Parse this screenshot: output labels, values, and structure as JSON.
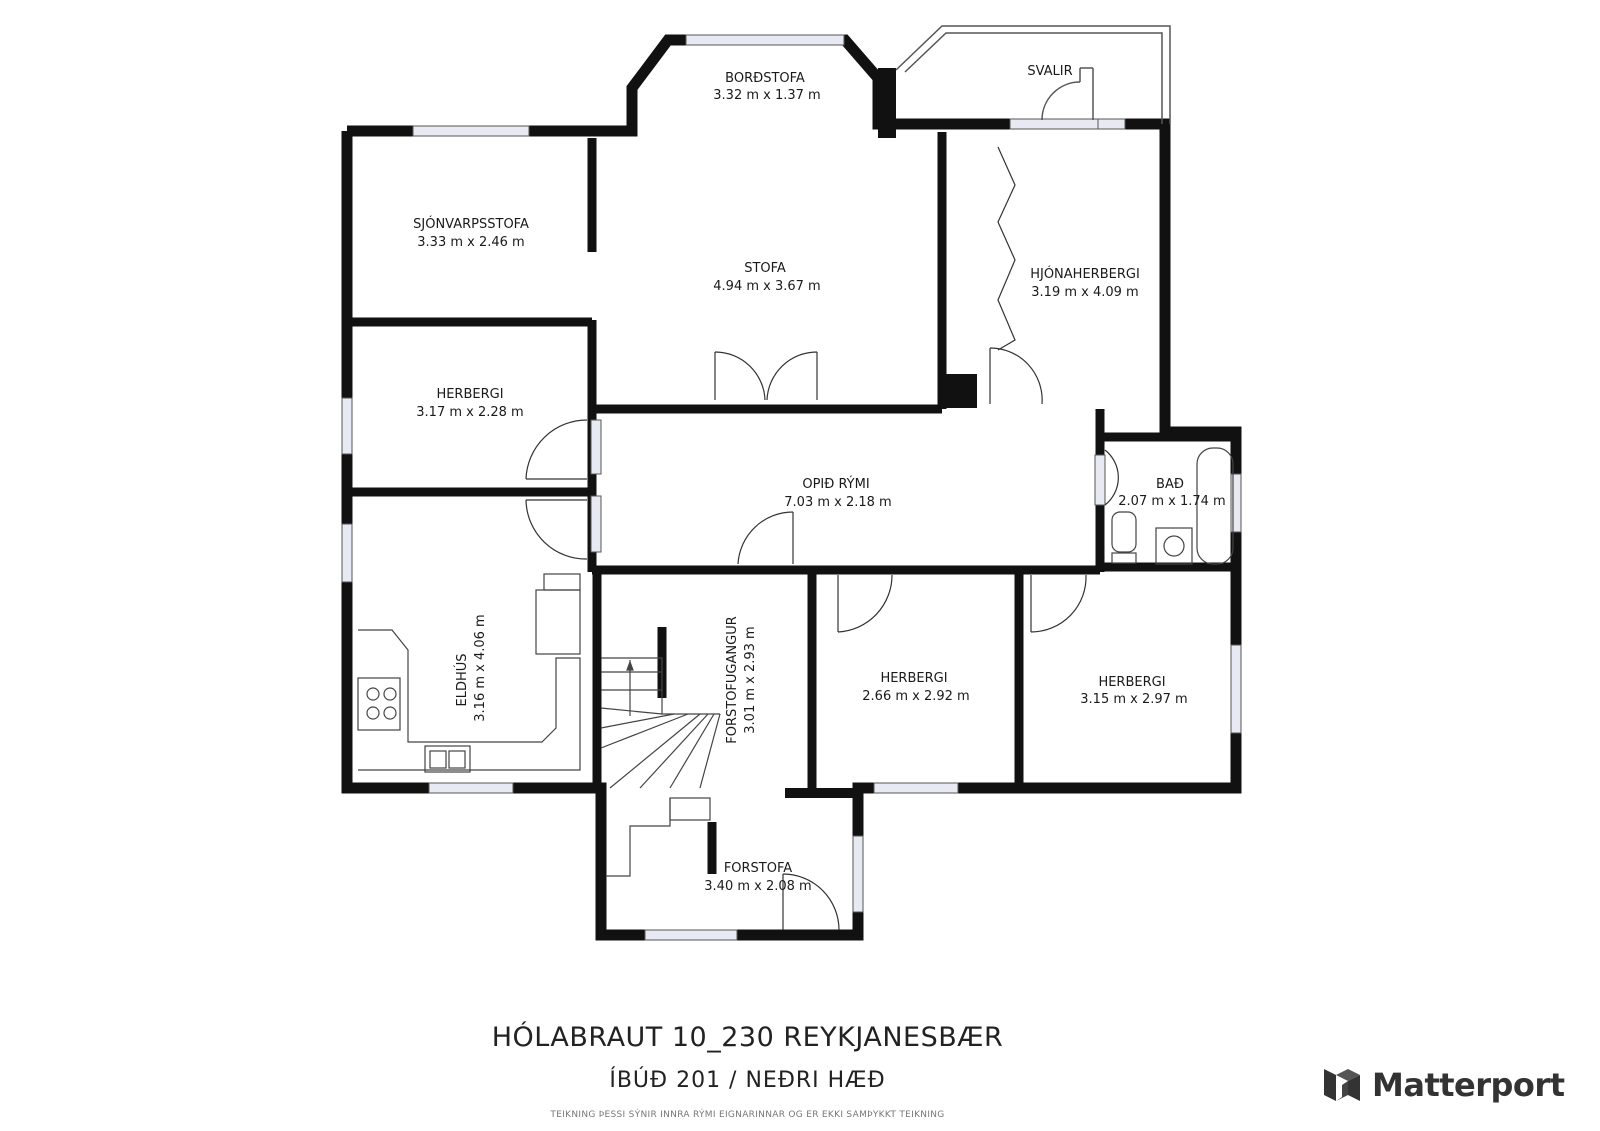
{
  "rooms": [
    {
      "name": "BORÐSTOFA",
      "dims": "3.32 m x 1.37 m"
    },
    {
      "name": "SJÓNVARPSSTOFA",
      "dims": "3.33 m x 2.46 m"
    },
    {
      "name": "STOFA",
      "dims": "4.94 m x 3.67 m"
    },
    {
      "name": "HJÓNAHERBERGI",
      "dims": "3.19 m x 4.09 m"
    },
    {
      "name": "HERBERGI",
      "dims": "3.17 m x 2.28 m"
    },
    {
      "name": "OPIÐ RÝMI",
      "dims": "7.03 m x 2.18 m"
    },
    {
      "name": "BAÐ",
      "dims": "2.07 m x 1.74 m"
    },
    {
      "name": "ELDHÚS",
      "dims": "3.16 m x 4.06 m"
    },
    {
      "name": "FORSTOFUGANGUR",
      "dims": "3.01 m x 2.93 m"
    },
    {
      "name": "HERBERGI",
      "dims": "2.66 m x 2.92 m"
    },
    {
      "name": "HERBERGI",
      "dims": "3.15 m x 2.97 m"
    },
    {
      "name": "FORSTOFA",
      "dims": "3.40 m x 2.08 m"
    }
  ],
  "balcony_label": "SVALIR",
  "address": "HÓLABRAUT 10_230 REYKJANESBÆR",
  "unit": "ÍBÚÐ 201 / NEÐRI HÆÐ",
  "disclaimer": "TEIKNING ÞESSI SÝNIR INNRA RÝMI EIGNARINNAR OG ER EKKI SAMÞYKKT TEIKNING",
  "brand": "Matterport",
  "colors": {
    "wall": "#111111",
    "window": "#c9cde0",
    "background": "#ffffff"
  },
  "icons": [
    "matterport-logo-icon"
  ]
}
